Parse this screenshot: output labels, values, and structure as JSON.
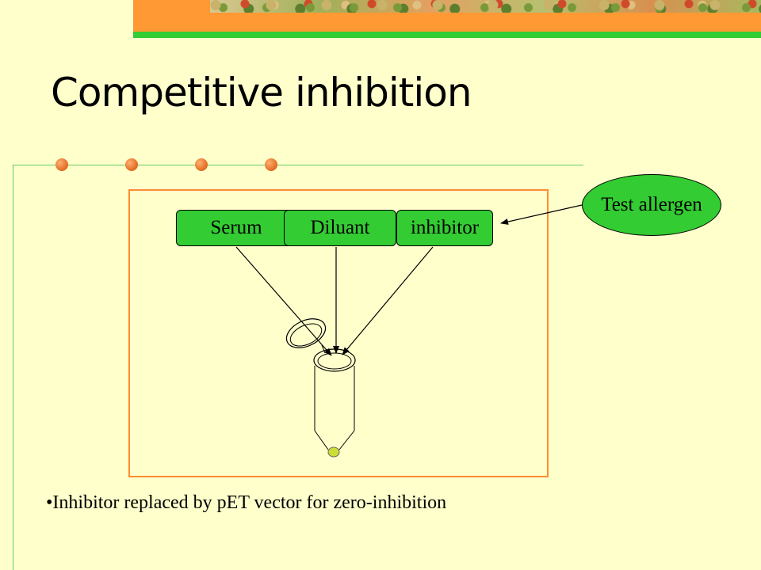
{
  "slide": {
    "title": "Competitive inhibition",
    "colors": {
      "background": "#ffffcc",
      "banner": "#ff9933",
      "stripe": "#33cc33",
      "box_fill": "#33cc33",
      "frame": "#ff8c33"
    }
  },
  "diagram": {
    "boxes": [
      "Serum",
      "Diluant",
      "inhibitor"
    ],
    "test_allergen": "Test allergen"
  },
  "bullets": [
    "•Inhibitor replaced by pET vector for zero-inhibition"
  ]
}
